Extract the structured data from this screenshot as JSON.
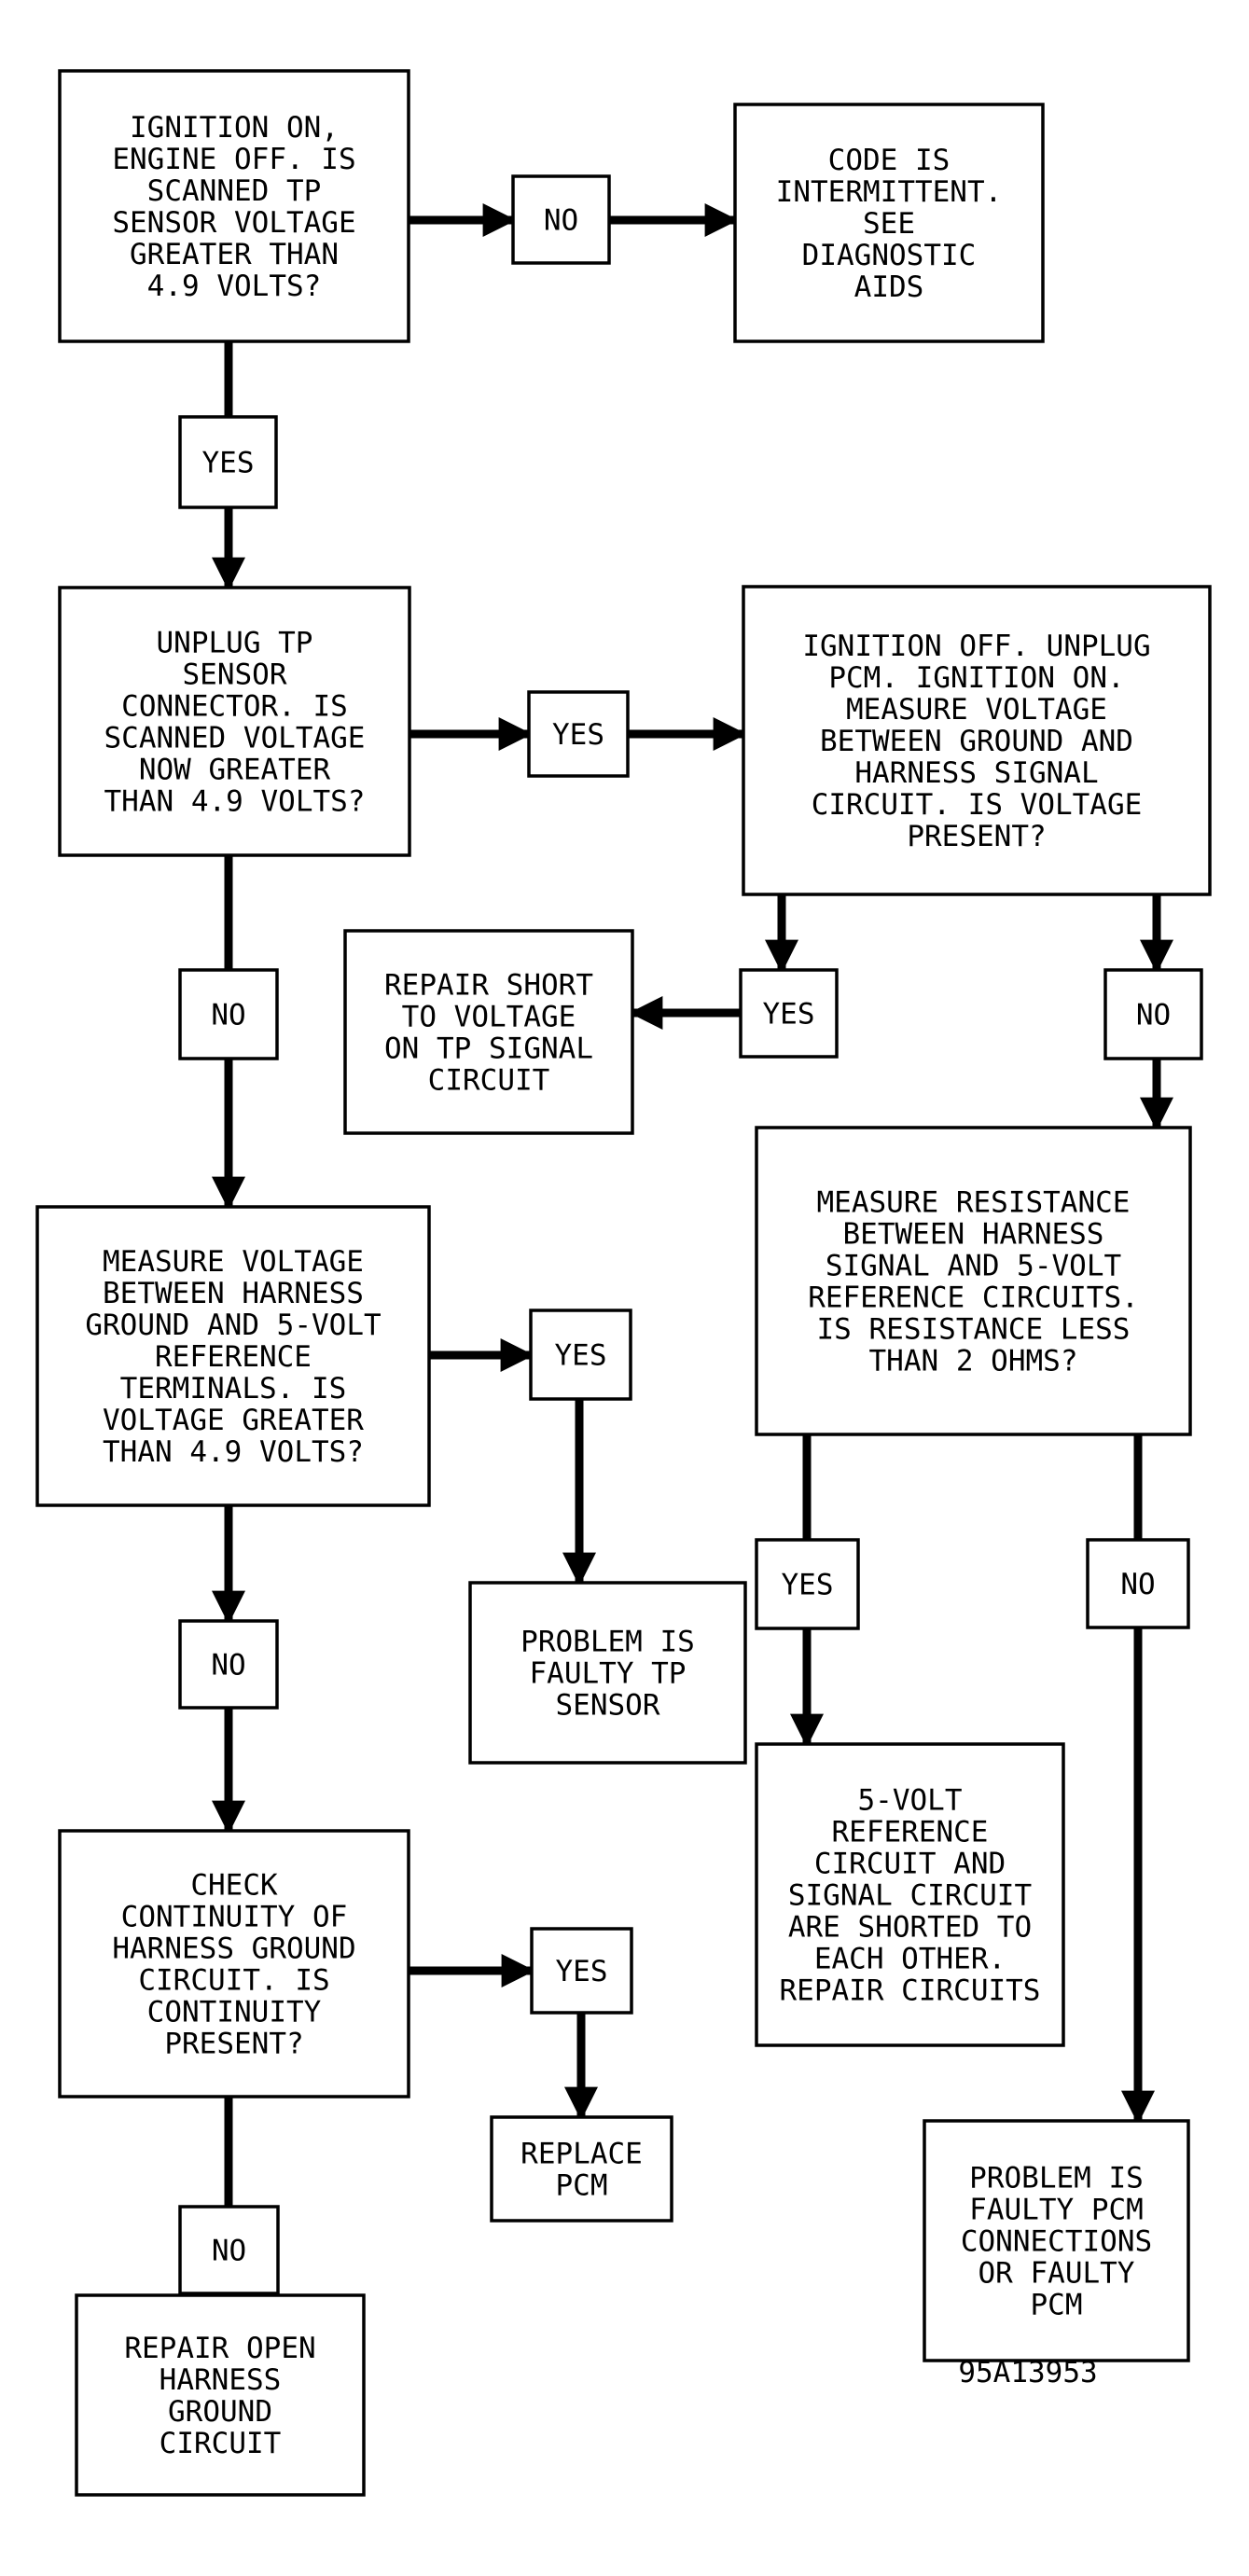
{
  "flowchart": {
    "q1": [
      "IGNITION ON,",
      "ENGINE OFF. IS",
      "SCANNED TP",
      "SENSOR VOLTAGE",
      "GREATER THAN",
      "4.9 VOLTS?"
    ],
    "q1_no": "NO",
    "r_intermittent": [
      "CODE IS",
      "INTERMITTENT.",
      "SEE",
      "DIAGNOSTIC",
      "AIDS"
    ],
    "q1_yes": "YES",
    "q2": [
      "UNPLUG TP",
      "SENSOR",
      "CONNECTOR. IS",
      "SCANNED VOLTAGE",
      "NOW GREATER",
      "THAN 4.9 VOLTS?"
    ],
    "q2_yes": "YES",
    "q3": [
      "IGNITION OFF. UNPLUG",
      "PCM. IGNITION ON.",
      "MEASURE VOLTAGE",
      "BETWEEN GROUND AND",
      "HARNESS SIGNAL",
      "CIRCUIT. IS VOLTAGE",
      "PRESENT?"
    ],
    "q3_yes": "YES",
    "r_repair_short": [
      "REPAIR SHORT",
      "TO VOLTAGE",
      "ON TP SIGNAL",
      "CIRCUIT"
    ],
    "q3_no": "NO",
    "q2_no": "NO",
    "q4": [
      "MEASURE VOLTAGE",
      "BETWEEN HARNESS",
      "GROUND AND 5-VOLT",
      "REFERENCE",
      "TERMINALS. IS",
      "VOLTAGE GREATER",
      "THAN 4.9 VOLTS?"
    ],
    "q4_yes": "YES",
    "r_faulty_tp": [
      "PROBLEM IS",
      "FAULTY TP",
      "SENSOR"
    ],
    "q4_no": "NO",
    "q5": [
      "CHECK",
      "CONTINUITY OF",
      "HARNESS GROUND",
      "CIRCUIT. IS",
      "CONTINUITY",
      "PRESENT?"
    ],
    "q5_yes": "YES",
    "r_replace_pcm": [
      "REPLACE",
      "PCM"
    ],
    "q5_no": "NO",
    "r_repair_open": [
      "REPAIR OPEN",
      "HARNESS",
      "GROUND",
      "CIRCUIT"
    ],
    "q6": [
      "MEASURE RESISTANCE",
      "BETWEEN HARNESS",
      "SIGNAL AND 5-VOLT",
      "REFERENCE CIRCUITS.",
      "IS RESISTANCE LESS",
      "THAN 2 OHMS?"
    ],
    "q6_yes": "YES",
    "q6_no": "NO",
    "r_shorted": [
      "5-VOLT",
      "REFERENCE",
      "CIRCUIT AND",
      "SIGNAL CIRCUIT",
      "ARE SHORTED TO",
      "EACH OTHER.",
      "REPAIR CIRCUITS"
    ],
    "r_faulty_pcm": [
      "PROBLEM IS",
      "FAULTY PCM",
      "CONNECTIONS",
      "OR FAULTY",
      "PCM"
    ],
    "figure_id": "95A13953"
  }
}
